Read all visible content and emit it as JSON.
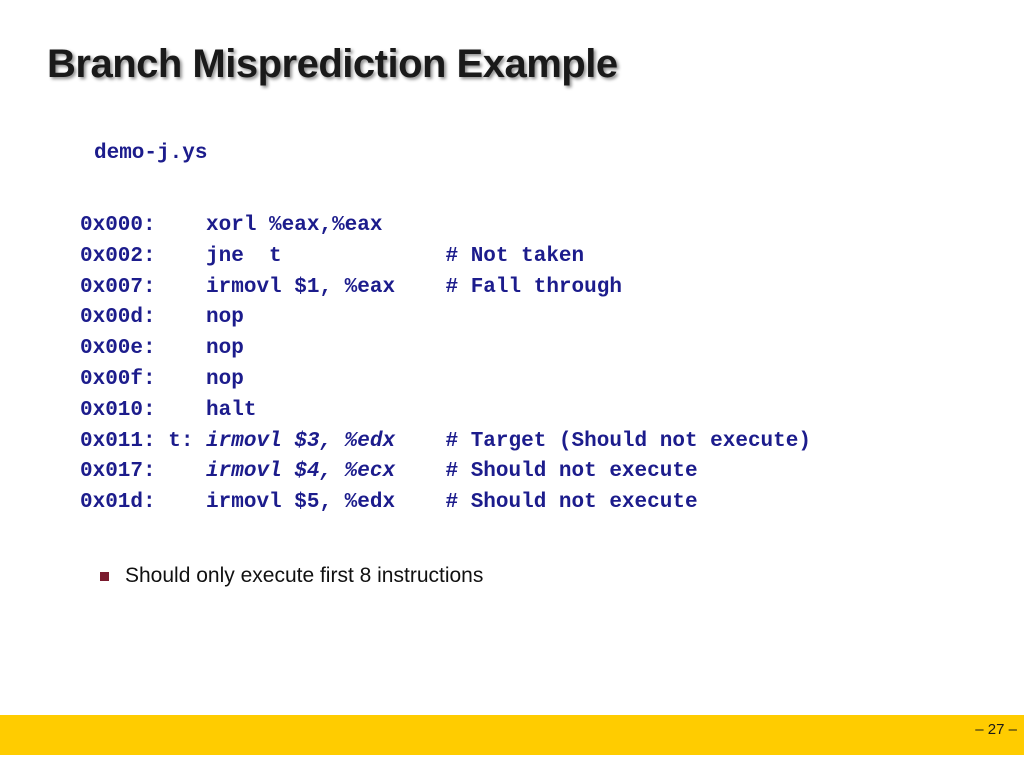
{
  "slide": {
    "title": "Branch Misprediction Example",
    "filename": "demo-j.ys",
    "code_lines": [
      {
        "addr": "0x000:",
        "label": "   ",
        "instr": "xorl %eax,%eax",
        "italic": false,
        "comment": ""
      },
      {
        "addr": "0x002:",
        "label": "   ",
        "instr": "jne  t",
        "italic": false,
        "comment": "# Not taken"
      },
      {
        "addr": "0x007:",
        "label": "   ",
        "instr": "irmovl $1, %eax",
        "italic": false,
        "comment": "# Fall through"
      },
      {
        "addr": "0x00d:",
        "label": "   ",
        "instr": "nop",
        "italic": false,
        "comment": ""
      },
      {
        "addr": "0x00e:",
        "label": "   ",
        "instr": "nop",
        "italic": false,
        "comment": ""
      },
      {
        "addr": "0x00f:",
        "label": "   ",
        "instr": "nop",
        "italic": false,
        "comment": ""
      },
      {
        "addr": "0x010:",
        "label": "   ",
        "instr": "halt",
        "italic": false,
        "comment": ""
      },
      {
        "addr": "0x011:",
        "label": "t: ",
        "instr": "irmovl $3, %edx",
        "italic": true,
        "comment": "# Target (Should not execute)"
      },
      {
        "addr": "0x017:",
        "label": "   ",
        "instr": "irmovl $4, %ecx",
        "italic": true,
        "comment": "# Should not execute"
      },
      {
        "addr": "0x01d:",
        "label": "   ",
        "instr": "irmovl $5, %edx",
        "italic": false,
        "comment": "# Should not execute"
      }
    ],
    "bullets": [
      "Should only execute first 8 instructions"
    ],
    "page_number": "– 27 –",
    "colors": {
      "code": "#1c1c8c",
      "bullet": "#7a1b2e",
      "footer": "#ffcc00"
    },
    "icons": {
      "bullet": "square-bullet-icon"
    }
  }
}
